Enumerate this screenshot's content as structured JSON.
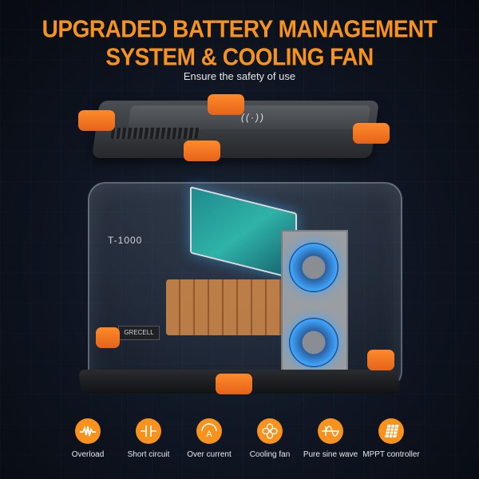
{
  "header": {
    "title_line1": "UPGRADED BATTERY MANAGEMENT",
    "title_line2": "SYSTEM & COOLING FAN",
    "subtitle": "Ensure the safety of use"
  },
  "product": {
    "model_label": "T-1000",
    "brand_label": "GRECELL"
  },
  "colors": {
    "accent": "#f7921e",
    "background": "#0e1420",
    "fan_glow": "#3fa6ff"
  },
  "features": [
    {
      "label": "Overload",
      "icon": "waveform-icon"
    },
    {
      "label": "Short circuit",
      "icon": "capacitor-icon"
    },
    {
      "label": "Over current",
      "icon": "ammeter-icon"
    },
    {
      "label": "Cooling fan",
      "icon": "fan-icon"
    },
    {
      "label": "Pure sine wave",
      "icon": "sine-wave-icon"
    },
    {
      "label": "MPPT controller",
      "icon": "solar-panel-icon"
    }
  ]
}
